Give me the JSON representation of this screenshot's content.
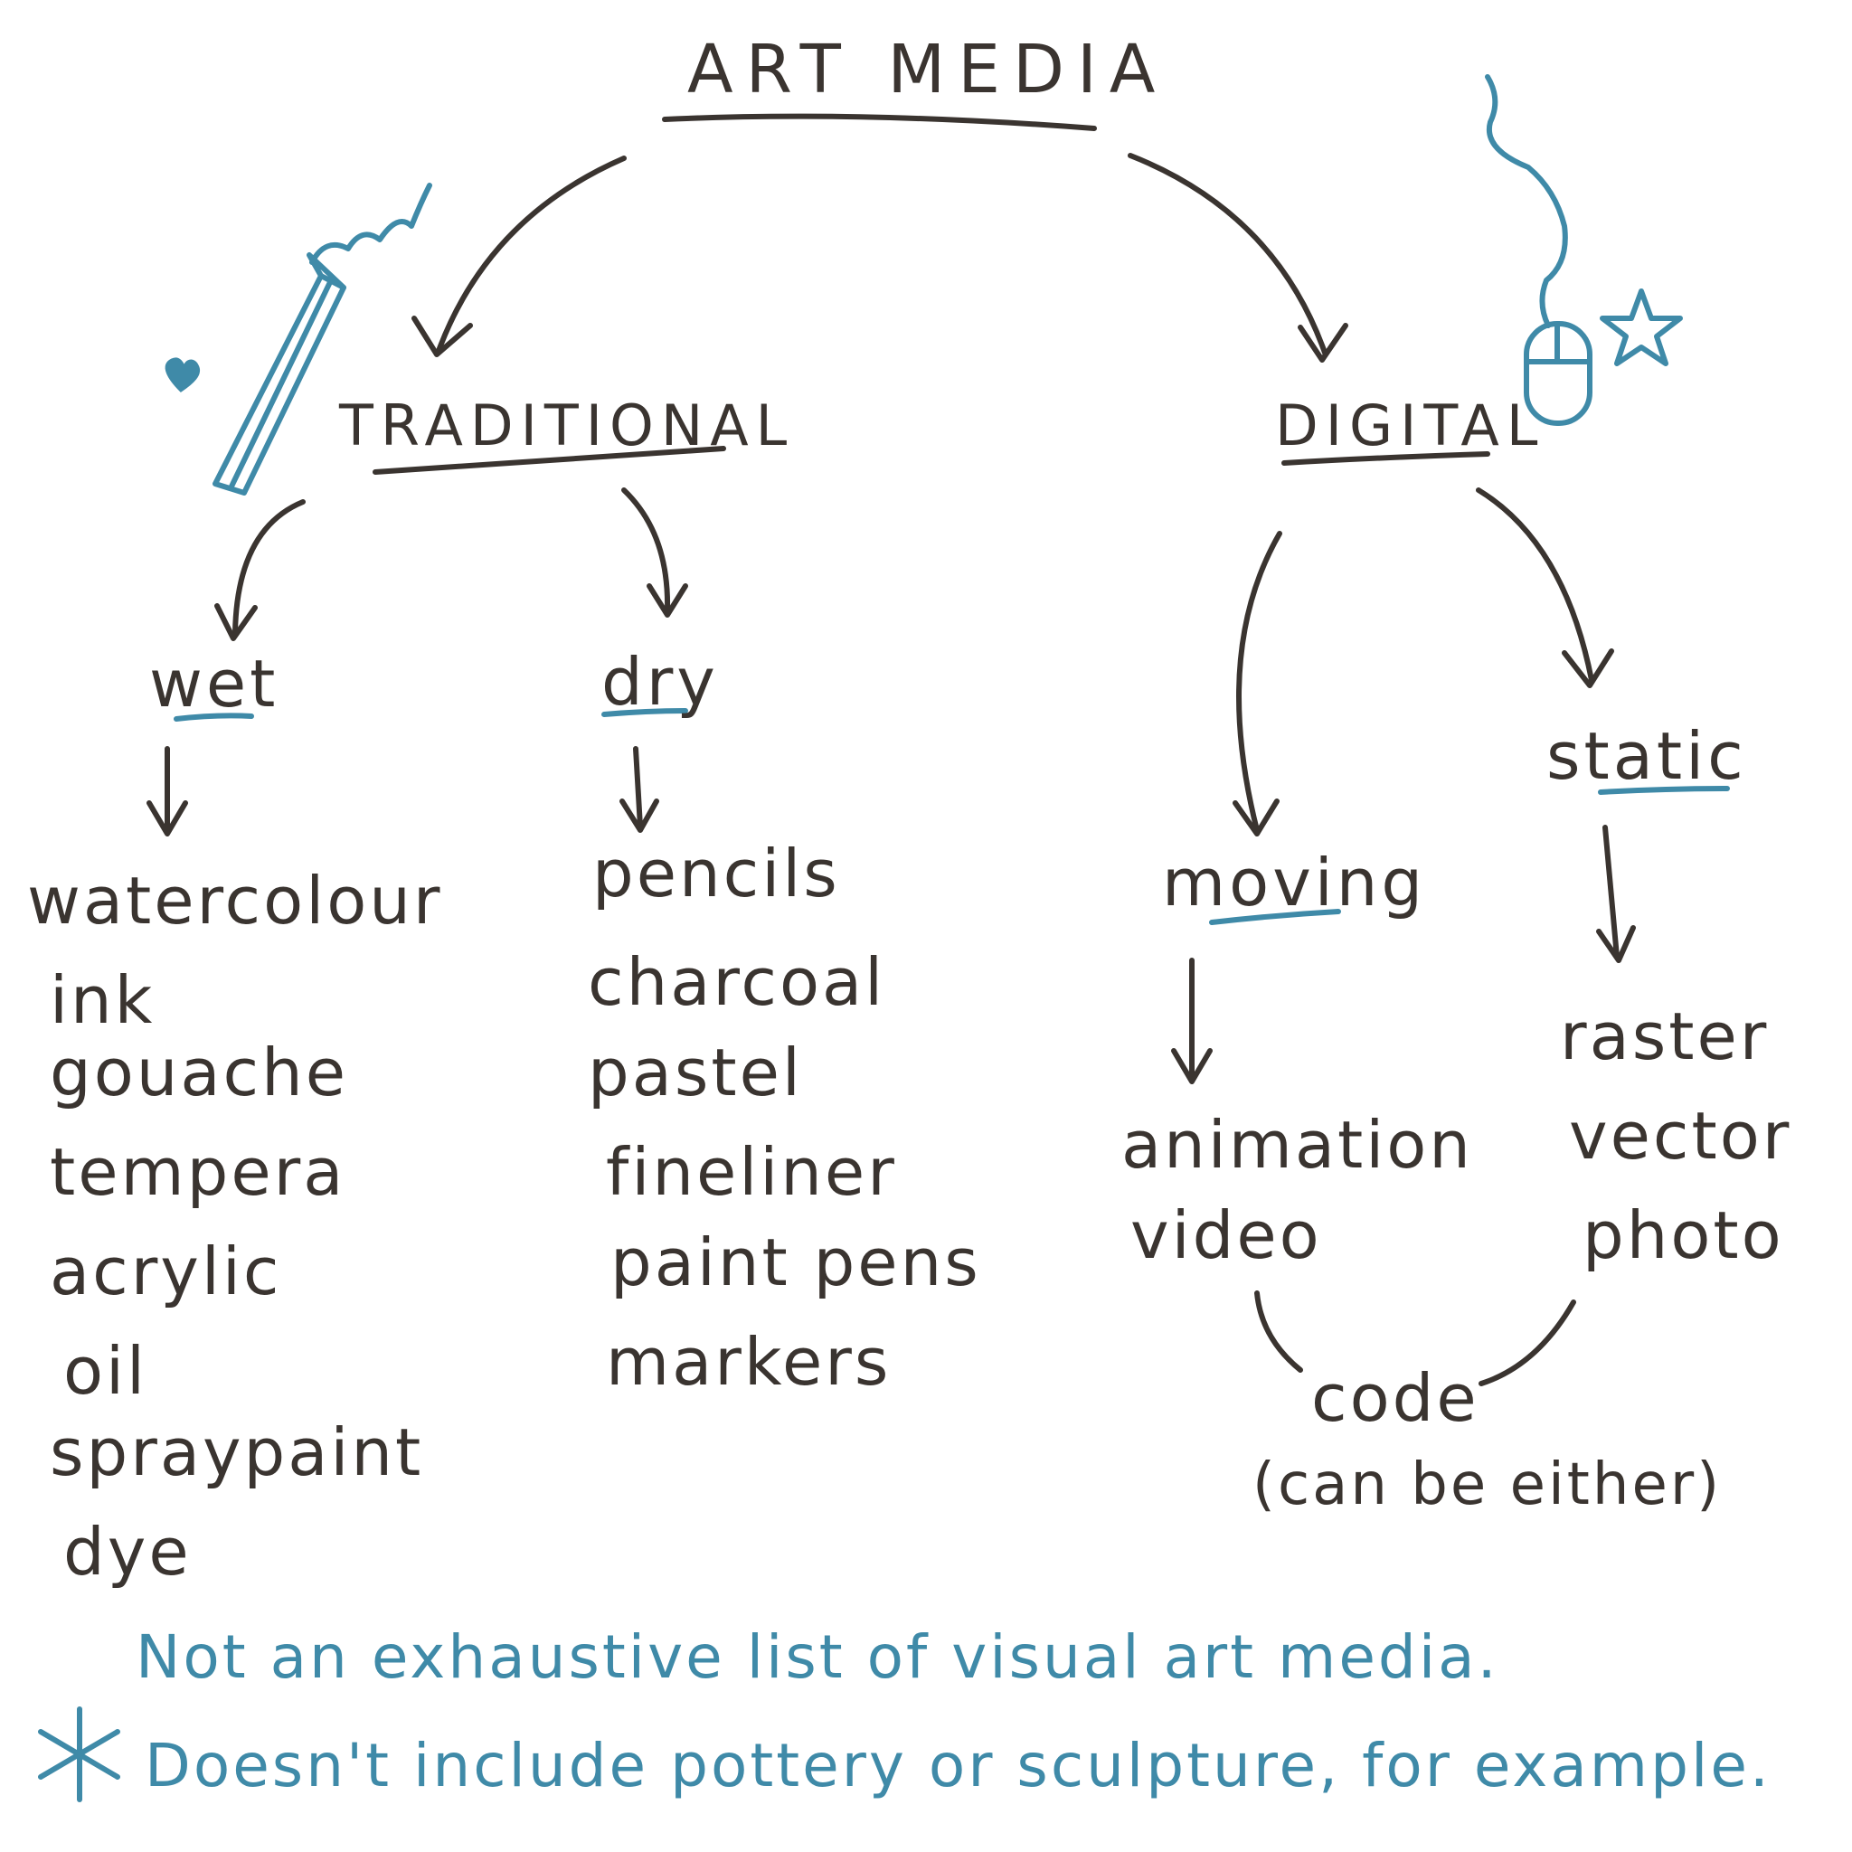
{
  "title": "ART MEDIA",
  "branches": {
    "traditional": {
      "label": "TRADITIONAL",
      "wet": {
        "label": "wet",
        "items": [
          "watercolour",
          "ink",
          "gouache",
          "tempera",
          "acrylic",
          "oil",
          "spraypaint",
          "dye"
        ]
      },
      "dry": {
        "label": "dry",
        "items": [
          "pencils",
          "charcoal",
          "pastel",
          "fineliner",
          "paint pens",
          "markers"
        ]
      }
    },
    "digital": {
      "label": "DIGITAL",
      "moving": {
        "label": "moving",
        "items": [
          "animation",
          "video"
        ]
      },
      "static": {
        "label": "static",
        "items": [
          "raster",
          "vector",
          "photo"
        ]
      },
      "shared": {
        "label": "code",
        "note": "(can be either)"
      }
    }
  },
  "footnote": {
    "line1": "Not an exhaustive list of visual art media.",
    "line2": "Doesn't include pottery or sculpture, for example."
  },
  "icons": [
    "pencil-icon",
    "heart-icon",
    "mouse-icon",
    "star-icon",
    "asterisk-icon"
  ],
  "colors": {
    "ink": "#3a3430",
    "accent": "#3f8aa8"
  }
}
